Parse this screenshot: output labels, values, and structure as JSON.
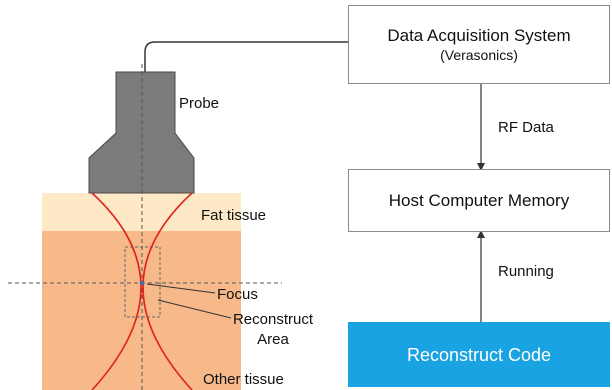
{
  "probe": {
    "label": "Probe"
  },
  "tissues": {
    "fat_label": "Fat tissue",
    "other_label": "Other tissue"
  },
  "focus": {
    "label": "Focus"
  },
  "reconstruct_area": {
    "line1": "Reconstruct",
    "line2": "Area"
  },
  "daq_box": {
    "title": "Data Acquisition System",
    "subtitle": "(Verasonics)"
  },
  "host_box": {
    "title": "Host Computer Memory"
  },
  "code_box": {
    "title": "Reconstruct Code"
  },
  "arrows": {
    "rf_data": "RF Data",
    "running": "Running"
  },
  "colors": {
    "fat": "#fde9c6",
    "other": "#f7b98a",
    "probe": "#7b7b7b",
    "beam": "#e0231c",
    "code_box": "#1aa3e2"
  }
}
